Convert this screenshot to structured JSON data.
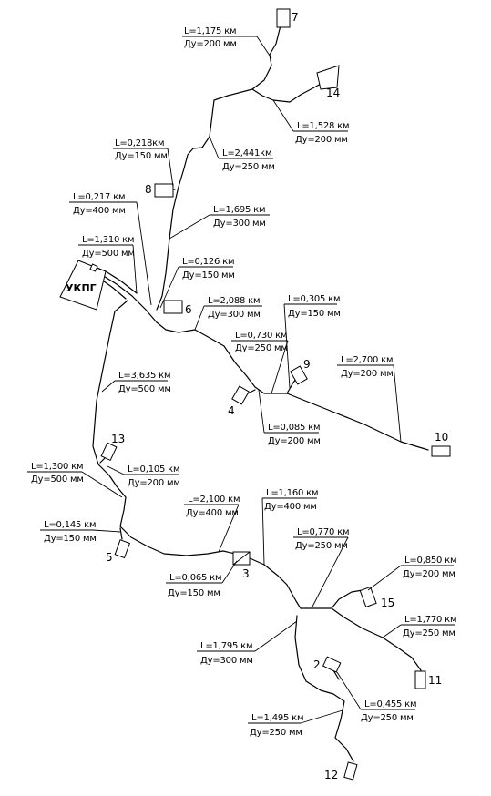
{
  "ukpg_label": "УКПГ",
  "objects": [
    {
      "id": "obj-7",
      "number": "7"
    },
    {
      "id": "obj-14",
      "number": "14"
    },
    {
      "id": "obj-8",
      "number": "8"
    },
    {
      "id": "obj-6",
      "number": "6"
    },
    {
      "id": "obj-9",
      "number": "9"
    },
    {
      "id": "obj-4",
      "number": "4"
    },
    {
      "id": "obj-10",
      "number": "10"
    },
    {
      "id": "obj-13",
      "number": "13"
    },
    {
      "id": "obj-5",
      "number": "5"
    },
    {
      "id": "obj-3",
      "number": "3"
    },
    {
      "id": "obj-15",
      "number": "15"
    },
    {
      "id": "obj-2",
      "number": "2"
    },
    {
      "id": "obj-11",
      "number": "11"
    },
    {
      "id": "obj-12",
      "number": "12"
    }
  ],
  "segments": [
    {
      "id": "seg-1",
      "length": "L=1,175 км",
      "diameter": "Ду=200 мм"
    },
    {
      "id": "seg-2",
      "length": "L=1,528 км",
      "diameter": "Ду=200 мм"
    },
    {
      "id": "seg-3",
      "length": "L=0,218км",
      "diameter": "Ду=150 мм"
    },
    {
      "id": "seg-4",
      "length": "L=2,441км",
      "diameter": "Ду=250 мм"
    },
    {
      "id": "seg-5",
      "length": "L=0,217 км",
      "diameter": "Ду=400 мм"
    },
    {
      "id": "seg-6",
      "length": "L=1,695 км",
      "diameter": "Ду=300 мм"
    },
    {
      "id": "seg-7",
      "length": "L=1,310 км",
      "diameter": "Ду=500 мм"
    },
    {
      "id": "seg-8",
      "length": "L=0,126 км",
      "diameter": "Ду=150 мм"
    },
    {
      "id": "seg-9",
      "length": "L=2,088 км",
      "diameter": "Ду=300 мм"
    },
    {
      "id": "seg-10",
      "length": "L=0,305 км",
      "diameter": "Ду=150 мм"
    },
    {
      "id": "seg-11",
      "length": "L=0,730 км",
      "diameter": "Ду=250 мм"
    },
    {
      "id": "seg-12",
      "length": "L=2,700 км",
      "diameter": "Ду=200 мм"
    },
    {
      "id": "seg-13",
      "length": "L=3,635 км",
      "diameter": "Ду=500 мм"
    },
    {
      "id": "seg-14",
      "length": "L=0,085 км",
      "diameter": "Ду=200 мм"
    },
    {
      "id": "seg-15",
      "length": "L=1,300 км",
      "diameter": "Ду=500 мм"
    },
    {
      "id": "seg-16",
      "length": "L=0,105 км",
      "diameter": "Ду=200 мм"
    },
    {
      "id": "seg-17",
      "length": "L=2,100 км",
      "diameter": "Ду=400 мм"
    },
    {
      "id": "seg-18",
      "length": "L=1,160 км",
      "diameter": "Ду=400 мм"
    },
    {
      "id": "seg-19",
      "length": "L=0,145 км",
      "diameter": "Ду=150 мм"
    },
    {
      "id": "seg-20",
      "length": "L=0,770 км",
      "diameter": "Ду=250 мм"
    },
    {
      "id": "seg-21",
      "length": "L=0,065 км",
      "diameter": "Ду=150 мм"
    },
    {
      "id": "seg-22",
      "length": "L=0,850 км",
      "diameter": "Ду=200 мм"
    },
    {
      "id": "seg-23",
      "length": "L=1,770 км",
      "diameter": "Ду=250 мм"
    },
    {
      "id": "seg-24",
      "length": "L=1,795 км",
      "diameter": "Ду=300 мм"
    },
    {
      "id": "seg-25",
      "length": "L=0,455 км",
      "diameter": "Ду=250 мм"
    },
    {
      "id": "seg-26",
      "length": "L=1,495 км",
      "diameter": "Ду=250 мм"
    }
  ]
}
